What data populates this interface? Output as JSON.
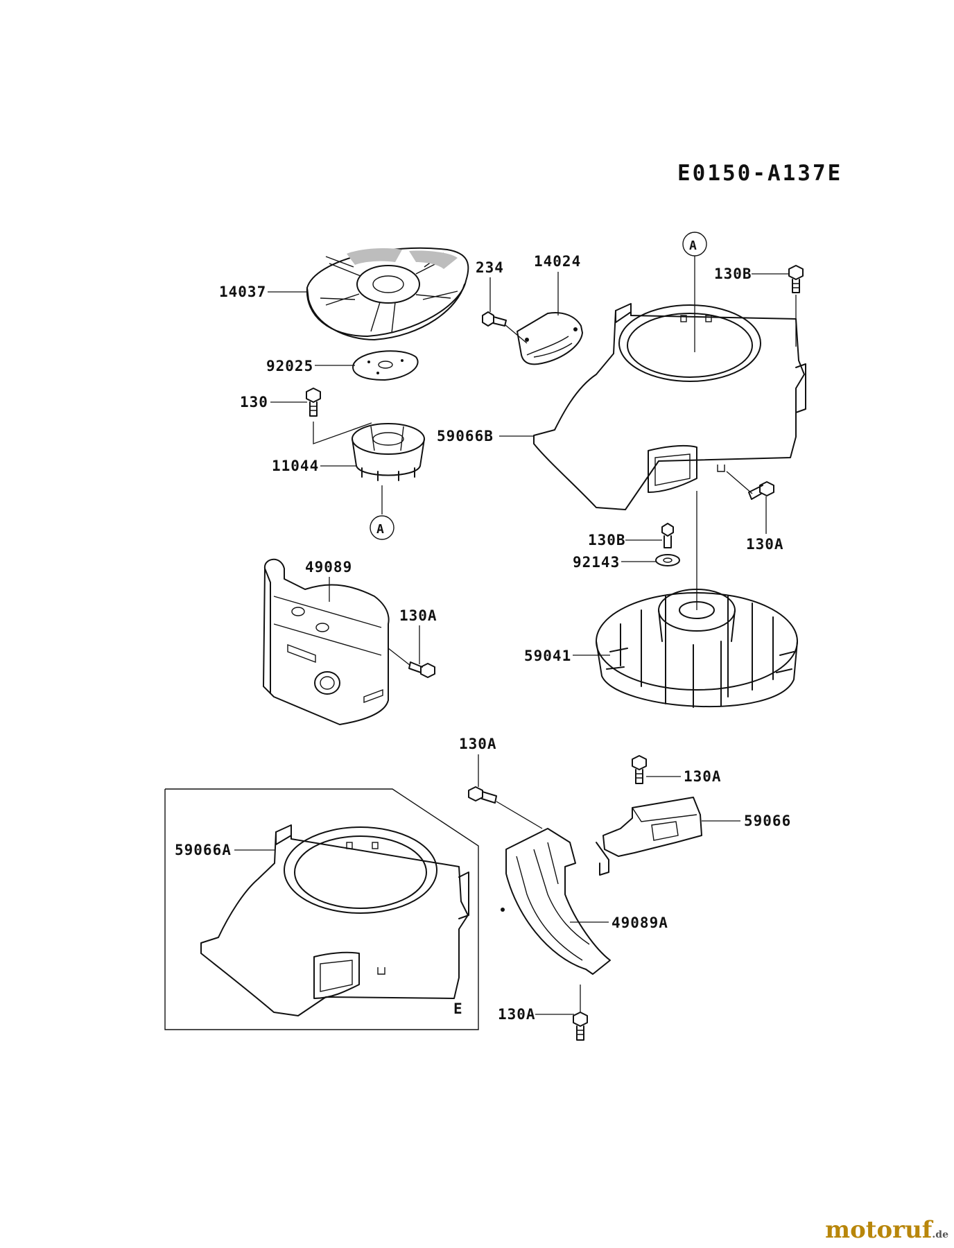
{
  "diagram_code": "E0150-A137E",
  "inset_label": "E",
  "ref_marker": "A",
  "part_labels": {
    "p14037": "14037",
    "p234": "234",
    "p14024": "14024",
    "p130B_top": "130B",
    "p92025": "92025",
    "p130": "130",
    "p59066B": "59066B",
    "p11044": "11044",
    "p130A_right": "130A",
    "p130B_mid": "130B",
    "p92143": "92143",
    "p49089": "49089",
    "p130A_mid": "130A",
    "p59041": "59041",
    "p130A_lower": "130A",
    "p130A_rightlower": "130A",
    "p59066": "59066",
    "p59066A": "59066A",
    "p49089A": "49089A",
    "p130A_bottom": "130A"
  },
  "watermark": {
    "brand": "motoruf",
    "suffix": ".de"
  }
}
